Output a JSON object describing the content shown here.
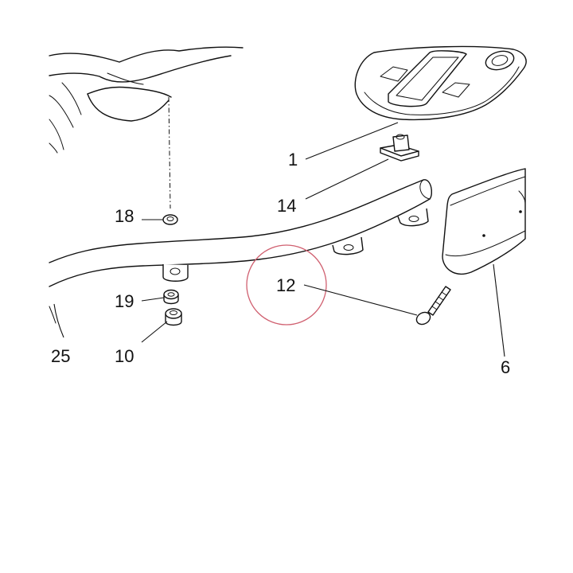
{
  "callouts": {
    "c1": "1",
    "c14": "14",
    "c18": "18",
    "c12": "12",
    "c19": "19",
    "c10": "10",
    "c25": "25",
    "c6": "6"
  },
  "highlight": {
    "target": "12",
    "color": "#d06070"
  },
  "colors": {
    "line": "#111111",
    "background": "#ffffff"
  }
}
